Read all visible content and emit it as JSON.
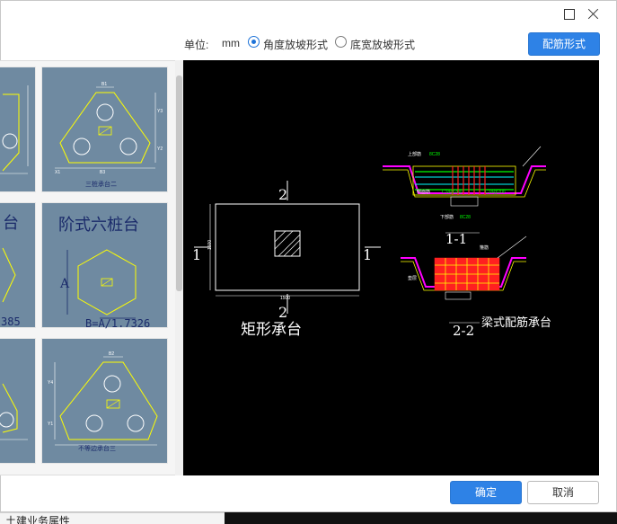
{
  "toolbar": {
    "unit_label": "单位:",
    "unit_value": "mm",
    "option_angle_slope": "角度放坡形式",
    "option_width_slope": "底宽放坡形式",
    "config_button": "配筋形式"
  },
  "gallery": {
    "tiles": [
      {
        "label": "三桩承台二"
      },
      {
        "label": "阶式六桩台"
      },
      {
        "label": "B=A/1.7326"
      },
      {
        "label": "不等边承台三"
      }
    ],
    "partial_labels": [
      "385"
    ],
    "dim_labels": {
      "a": "A",
      "b1": "B1",
      "b2": "B2",
      "b3": "B3",
      "x1": "X1",
      "y1": "Y1",
      "y2": "Y2",
      "y3": "Y3",
      "yd": "Y4"
    }
  },
  "preview": {
    "plan_title": "矩形承台",
    "section_mark": "2",
    "side_mark": "1",
    "dim_width": "1500",
    "dim_height": "1500",
    "section_1_title": "1-1",
    "section_2_title": "2-2",
    "beam_title": "梁式配筋承台",
    "labels": {
      "top_bar": "上部筋",
      "top_bar_spec": "8C28",
      "side_bar": "侧面筋",
      "bottom_bar": "下部筋",
      "bottom_bar_spec": "8C28",
      "stirrup": "箍筋",
      "cushion": "垫层",
      "c18": "C18@200",
      "c18b": "C18@200"
    }
  },
  "footer": {
    "ok_button": "确定",
    "cancel_button": "取消"
  },
  "background": {
    "text": "土建业务属性"
  },
  "colors": {
    "primary": "#2e82e6",
    "tile_bg": "#6f8aa1",
    "preview_bg": "#000000",
    "cad_yellow": "#ffff00",
    "cad_magenta": "#ff00ff",
    "cad_red": "#ff2020",
    "cad_green": "#00ff00",
    "cad_cyan": "#00ffff"
  }
}
